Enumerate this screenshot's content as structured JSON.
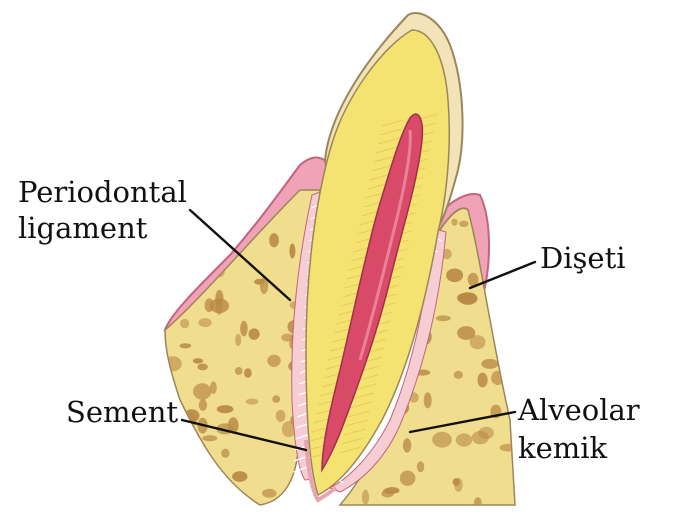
{
  "diagram": {
    "labels": {
      "periodontal_ligament": [
        "Periodontal",
        "ligament"
      ],
      "diseti": "Dişeti",
      "sement": "Sement",
      "alveolar_kemik": [
        "Alveolar",
        "kemik"
      ]
    },
    "colors": {
      "gum": "#f0a3b6",
      "gum_edge": "#c3647f",
      "bone": "#f1dd8e",
      "bone_spot": "#b98a45",
      "dentin": "#f4e271",
      "enamel": "#f3e3b9",
      "enamel_edge": "#9c8659",
      "pulp": "#d94a68",
      "ligament": "#f6cdd2",
      "line": "#111111"
    }
  }
}
